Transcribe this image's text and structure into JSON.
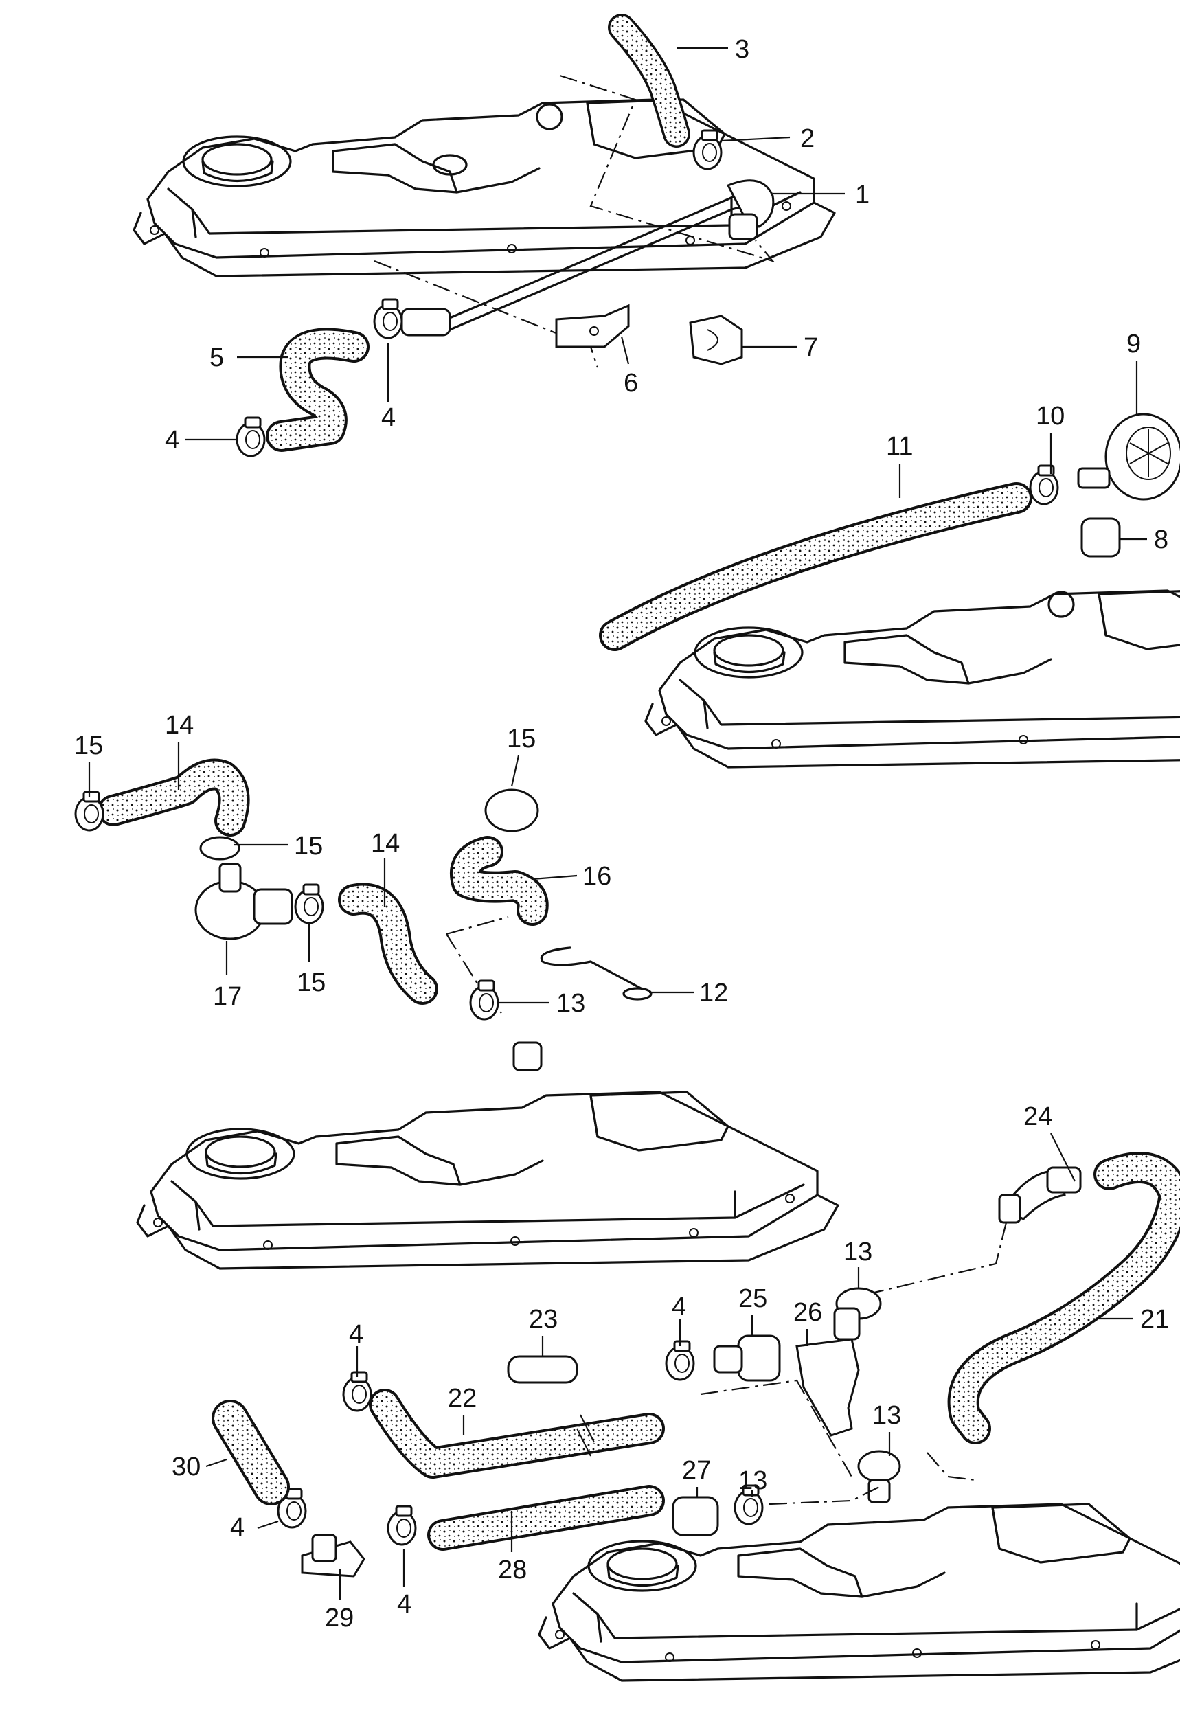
{
  "callouts": [
    {
      "id": "c1",
      "text": "1"
    },
    {
      "id": "c2",
      "text": "2"
    },
    {
      "id": "c3",
      "text": "3"
    },
    {
      "id": "c4a",
      "text": "4"
    },
    {
      "id": "c4b",
      "text": "4"
    },
    {
      "id": "c4c",
      "text": "4"
    },
    {
      "id": "c4d",
      "text": "4"
    },
    {
      "id": "c4e",
      "text": "4"
    },
    {
      "id": "c4f",
      "text": "4"
    },
    {
      "id": "c5",
      "text": "5"
    },
    {
      "id": "c6",
      "text": "6"
    },
    {
      "id": "c7",
      "text": "7"
    },
    {
      "id": "c8",
      "text": "8"
    },
    {
      "id": "c9",
      "text": "9"
    },
    {
      "id": "c10",
      "text": "10"
    },
    {
      "id": "c11",
      "text": "11"
    },
    {
      "id": "c12",
      "text": "12"
    },
    {
      "id": "c13a",
      "text": "13"
    },
    {
      "id": "c13b",
      "text": "13"
    },
    {
      "id": "c13c",
      "text": "13"
    },
    {
      "id": "c13d",
      "text": "13"
    },
    {
      "id": "c14a",
      "text": "14"
    },
    {
      "id": "c14b",
      "text": "14"
    },
    {
      "id": "c15a",
      "text": "15"
    },
    {
      "id": "c15b",
      "text": "15"
    },
    {
      "id": "c15c",
      "text": "15"
    },
    {
      "id": "c15d",
      "text": "15"
    },
    {
      "id": "c16",
      "text": "16"
    },
    {
      "id": "c17",
      "text": "17"
    },
    {
      "id": "c21",
      "text": "21"
    },
    {
      "id": "c22",
      "text": "22"
    },
    {
      "id": "c23",
      "text": "23"
    },
    {
      "id": "c24",
      "text": "24"
    },
    {
      "id": "c25",
      "text": "25"
    },
    {
      "id": "c26",
      "text": "26"
    },
    {
      "id": "c27",
      "text": "27"
    },
    {
      "id": "c28",
      "text": "28"
    },
    {
      "id": "c29",
      "text": "29"
    },
    {
      "id": "c30",
      "text": "30"
    }
  ]
}
